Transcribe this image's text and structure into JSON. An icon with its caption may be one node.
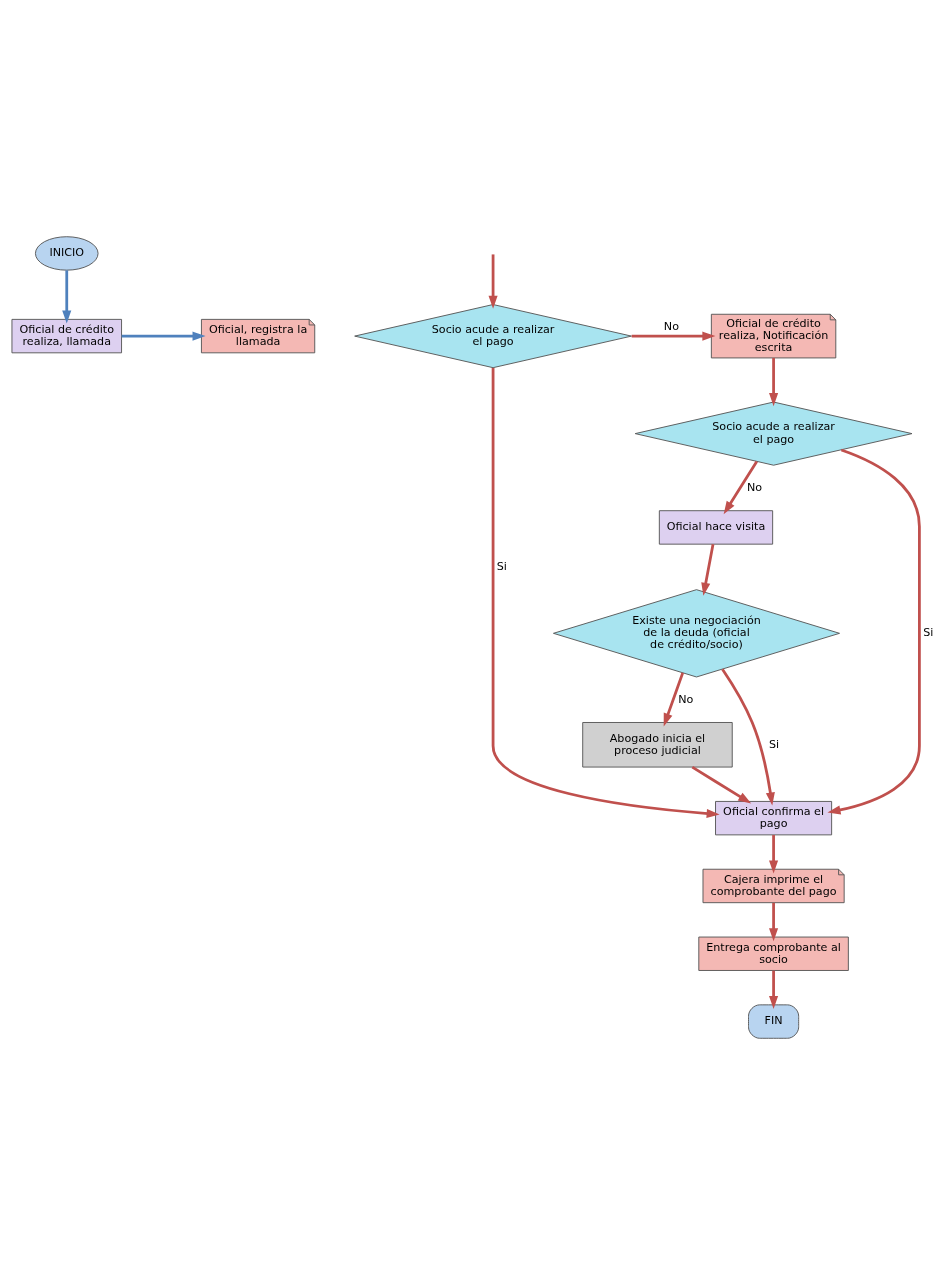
{
  "diagram": {
    "nodes": [
      {
        "text": [
          "INICIO"
        ]
      },
      {
        "text": [
          "Oficial de crédito realiza, llamada"
        ]
      },
      {
        "text": [
          "Oficial, registra la llamada"
        ]
      },
      {
        "text": [
          "Socio acude a realizar el pago"
        ]
      },
      {
        "text": [
          "Oficial de crédito realiza, Notificación escrita"
        ]
      },
      {
        "text": [
          "Oficial confirma el pago"
        ]
      },
      {
        "text": [
          "Socio acude a realizar el pago"
        ]
      },
      {
        "text": [
          "Cajera imprime el comprobante del pago"
        ]
      },
      {
        "text": [
          "Oficial hace visita"
        ]
      },
      {
        "text": [
          "Entrega comprobante al socio"
        ]
      },
      {
        "text": [
          "Existe una negociación de la deuda (oficial de crédito/socio)"
        ]
      },
      {
        "text": [
          "FIN"
        ]
      },
      {
        "text": [
          "Abogado inicia el proceso judicial"
        ]
      }
    ],
    "edges": [
      {
        "from": 0,
        "to": 1,
        "arrow": "to",
        "color": "#4f81bd"
      },
      {
        "from": 1,
        "to": 2,
        "arrow": "to",
        "color": "#4f81bd"
      },
      {
        "from": null,
        "to": 3,
        "arrow": "to"
      },
      {
        "from": 3,
        "to": 4,
        "arrow": "to",
        "label": "No"
      },
      {
        "from": 3,
        "to": 5,
        "arrow": "to",
        "label": "Si"
      },
      {
        "from": 4,
        "to": 6,
        "arrow": "to"
      },
      {
        "from": 6,
        "to": 5,
        "arrow": "to",
        "label": "Si"
      },
      {
        "from": 6,
        "to": 8,
        "arrow": "to",
        "label": "No"
      },
      {
        "from": 5,
        "to": 7,
        "arrow": "to"
      },
      {
        "from": 7,
        "to": 9,
        "arrow": "to"
      },
      {
        "from": 9,
        "to": 11,
        "arrow": "to"
      },
      {
        "from": 8,
        "to": 10,
        "arrow": "to"
      },
      {
        "from": 10,
        "to": 5,
        "arrow": "to",
        "label": "Si"
      },
      {
        "from": 10,
        "to": 12,
        "arrow": "to",
        "label": "No"
      },
      {
        "from": 12,
        "to": 5,
        "arrow": "to"
      }
    ]
  }
}
